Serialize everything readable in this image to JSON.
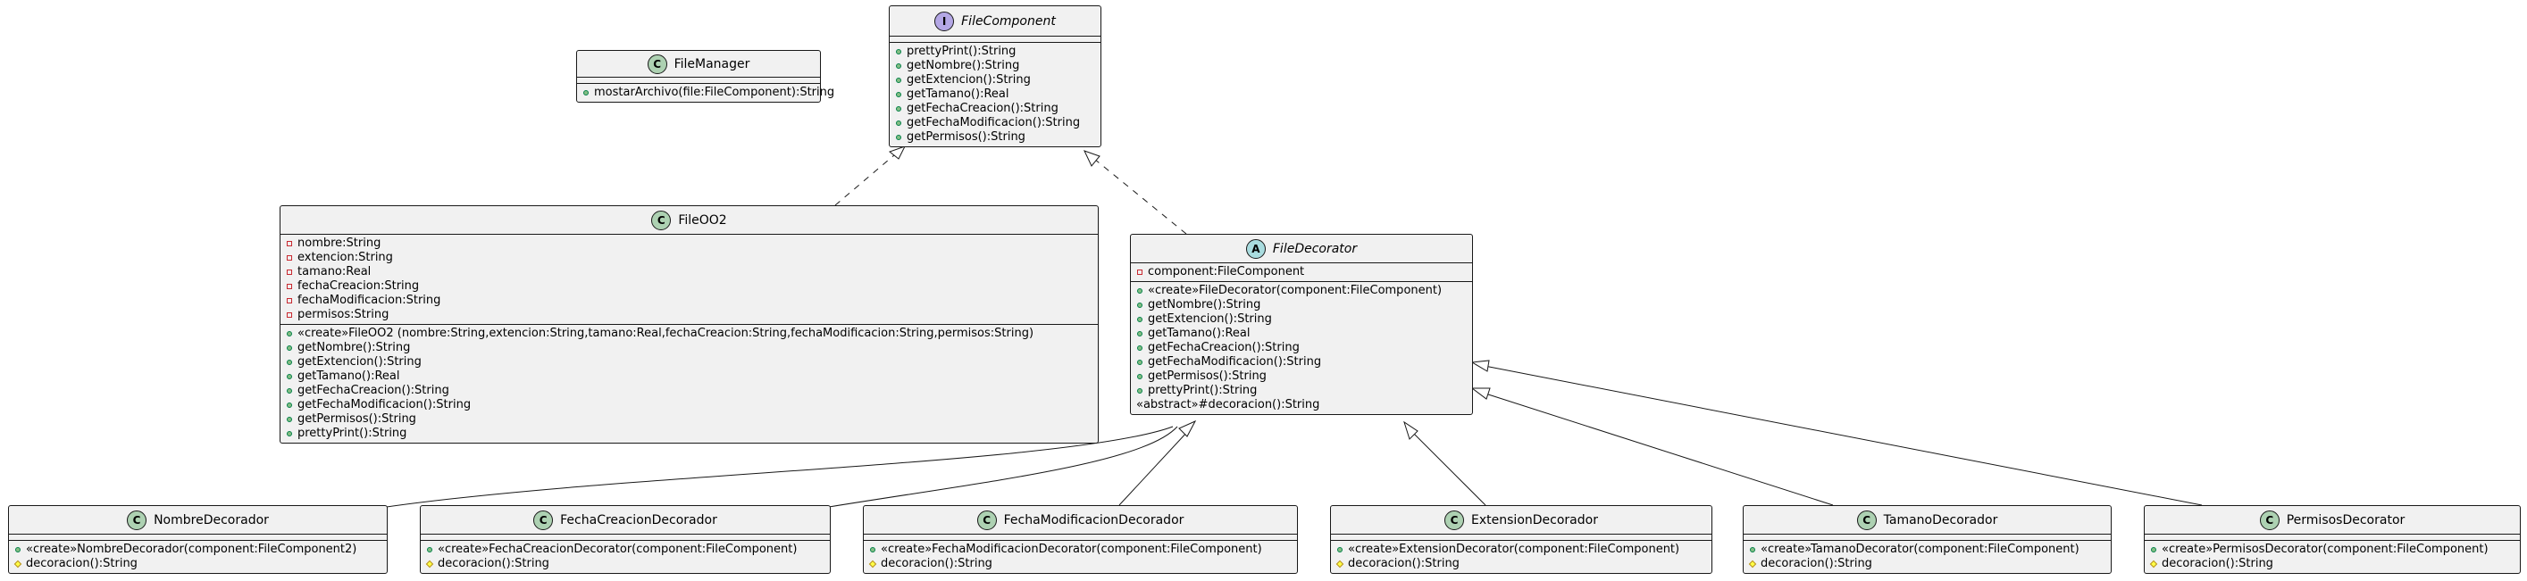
{
  "classes": {
    "file_manager": {
      "stereotype_badge": "C",
      "name": "FileManager",
      "members": [
        {
          "vis": "public",
          "text": "mostarArchivo(file:FileComponent):String"
        }
      ]
    },
    "file_component": {
      "stereotype_badge": "I",
      "name": "FileComponent",
      "methods": [
        {
          "vis": "public",
          "text": "prettyPrint():String"
        },
        {
          "vis": "public",
          "text": "getNombre():String"
        },
        {
          "vis": "public",
          "text": "getExtencion():String"
        },
        {
          "vis": "public",
          "text": "getTamano():Real"
        },
        {
          "vis": "public",
          "text": "getFechaCreacion():String"
        },
        {
          "vis": "public",
          "text": "getFechaModificacion():String"
        },
        {
          "vis": "public",
          "text": "getPermisos():String"
        }
      ]
    },
    "file_oo2": {
      "stereotype_badge": "C",
      "name": "FileOO2",
      "fields": [
        {
          "vis": "private",
          "text": "nombre:String"
        },
        {
          "vis": "private",
          "text": "extencion:String"
        },
        {
          "vis": "private",
          "text": "tamano:Real"
        },
        {
          "vis": "private",
          "text": "fechaCreacion:String"
        },
        {
          "vis": "private",
          "text": "fechaModificacion:String"
        },
        {
          "vis": "private",
          "text": "permisos:String"
        }
      ],
      "methods": [
        {
          "vis": "public",
          "text": "«create»FileOO2 (nombre:String,extencion:String,tamano:Real,fechaCreacion:String,fechaModificacion:String,permisos:String)"
        },
        {
          "vis": "public",
          "text": "getNombre():String"
        },
        {
          "vis": "public",
          "text": "getExtencion():String"
        },
        {
          "vis": "public",
          "text": "getTamano():Real"
        },
        {
          "vis": "public",
          "text": "getFechaCreacion():String"
        },
        {
          "vis": "public",
          "text": "getFechaModificacion():String"
        },
        {
          "vis": "public",
          "text": "getPermisos():String"
        },
        {
          "vis": "public",
          "text": "prettyPrint():String"
        }
      ]
    },
    "file_decorator": {
      "stereotype_badge": "A",
      "name": "FileDecorator",
      "fields": [
        {
          "vis": "private",
          "text": "component:FileComponent"
        }
      ],
      "methods": [
        {
          "vis": "public",
          "text": "«create»FileDecorator(component:FileComponent)"
        },
        {
          "vis": "public",
          "text": "getNombre():String"
        },
        {
          "vis": "public",
          "text": "getExtencion():String"
        },
        {
          "vis": "public",
          "text": "getTamano():Real"
        },
        {
          "vis": "public",
          "text": "getFechaCreacion():String"
        },
        {
          "vis": "public",
          "text": "getFechaModificacion():String"
        },
        {
          "vis": "public",
          "text": "getPermisos():String"
        },
        {
          "vis": "public",
          "text": "prettyPrint():String"
        },
        {
          "vis": "none",
          "text": "«abstract»#decoracion():String"
        }
      ]
    },
    "nombre_decorador": {
      "stereotype_badge": "C",
      "name": "NombreDecorador",
      "methods": [
        {
          "vis": "public",
          "text": "«create»NombreDecorador(component:FileComponent2)"
        },
        {
          "vis": "protected",
          "text": "decoracion():String"
        }
      ]
    },
    "fecha_creacion_decorador": {
      "stereotype_badge": "C",
      "name": "FechaCreacionDecorador",
      "methods": [
        {
          "vis": "public",
          "text": "«create»FechaCreacionDecorator(component:FileComponent)"
        },
        {
          "vis": "protected",
          "text": "decoracion():String"
        }
      ]
    },
    "fecha_modificacion_decorador": {
      "stereotype_badge": "C",
      "name": "FechaModificacionDecorador",
      "methods": [
        {
          "vis": "public",
          "text": "«create»FechaModificacionDecorator(component:FileComponent)"
        },
        {
          "vis": "protected",
          "text": "decoracion():String"
        }
      ]
    },
    "extension_decorador": {
      "stereotype_badge": "C",
      "name": "ExtensionDecorador",
      "methods": [
        {
          "vis": "public",
          "text": "«create»ExtensionDecorator(component:FileComponent)"
        },
        {
          "vis": "protected",
          "text": "decoracion():String"
        }
      ]
    },
    "tamano_decorador": {
      "stereotype_badge": "C",
      "name": "TamanoDecorador",
      "methods": [
        {
          "vis": "public",
          "text": "«create»TamanoDecorator(component:FileComponent)"
        },
        {
          "vis": "protected",
          "text": "decoracion():String"
        }
      ]
    },
    "permisos_decorator": {
      "stereotype_badge": "C",
      "name": "PermisosDecorator",
      "methods": [
        {
          "vis": "public",
          "text": "«create»PermisosDecorator(component:FileComponent)"
        },
        {
          "vis": "protected",
          "text": "decoracion():String"
        }
      ]
    }
  },
  "colors": {
    "class_fill": "#f1f1f1",
    "border": "#181818",
    "class_badge": "#add1b2",
    "interface_badge": "#b4a7e5",
    "abstract_badge": "#a9dcdf"
  }
}
